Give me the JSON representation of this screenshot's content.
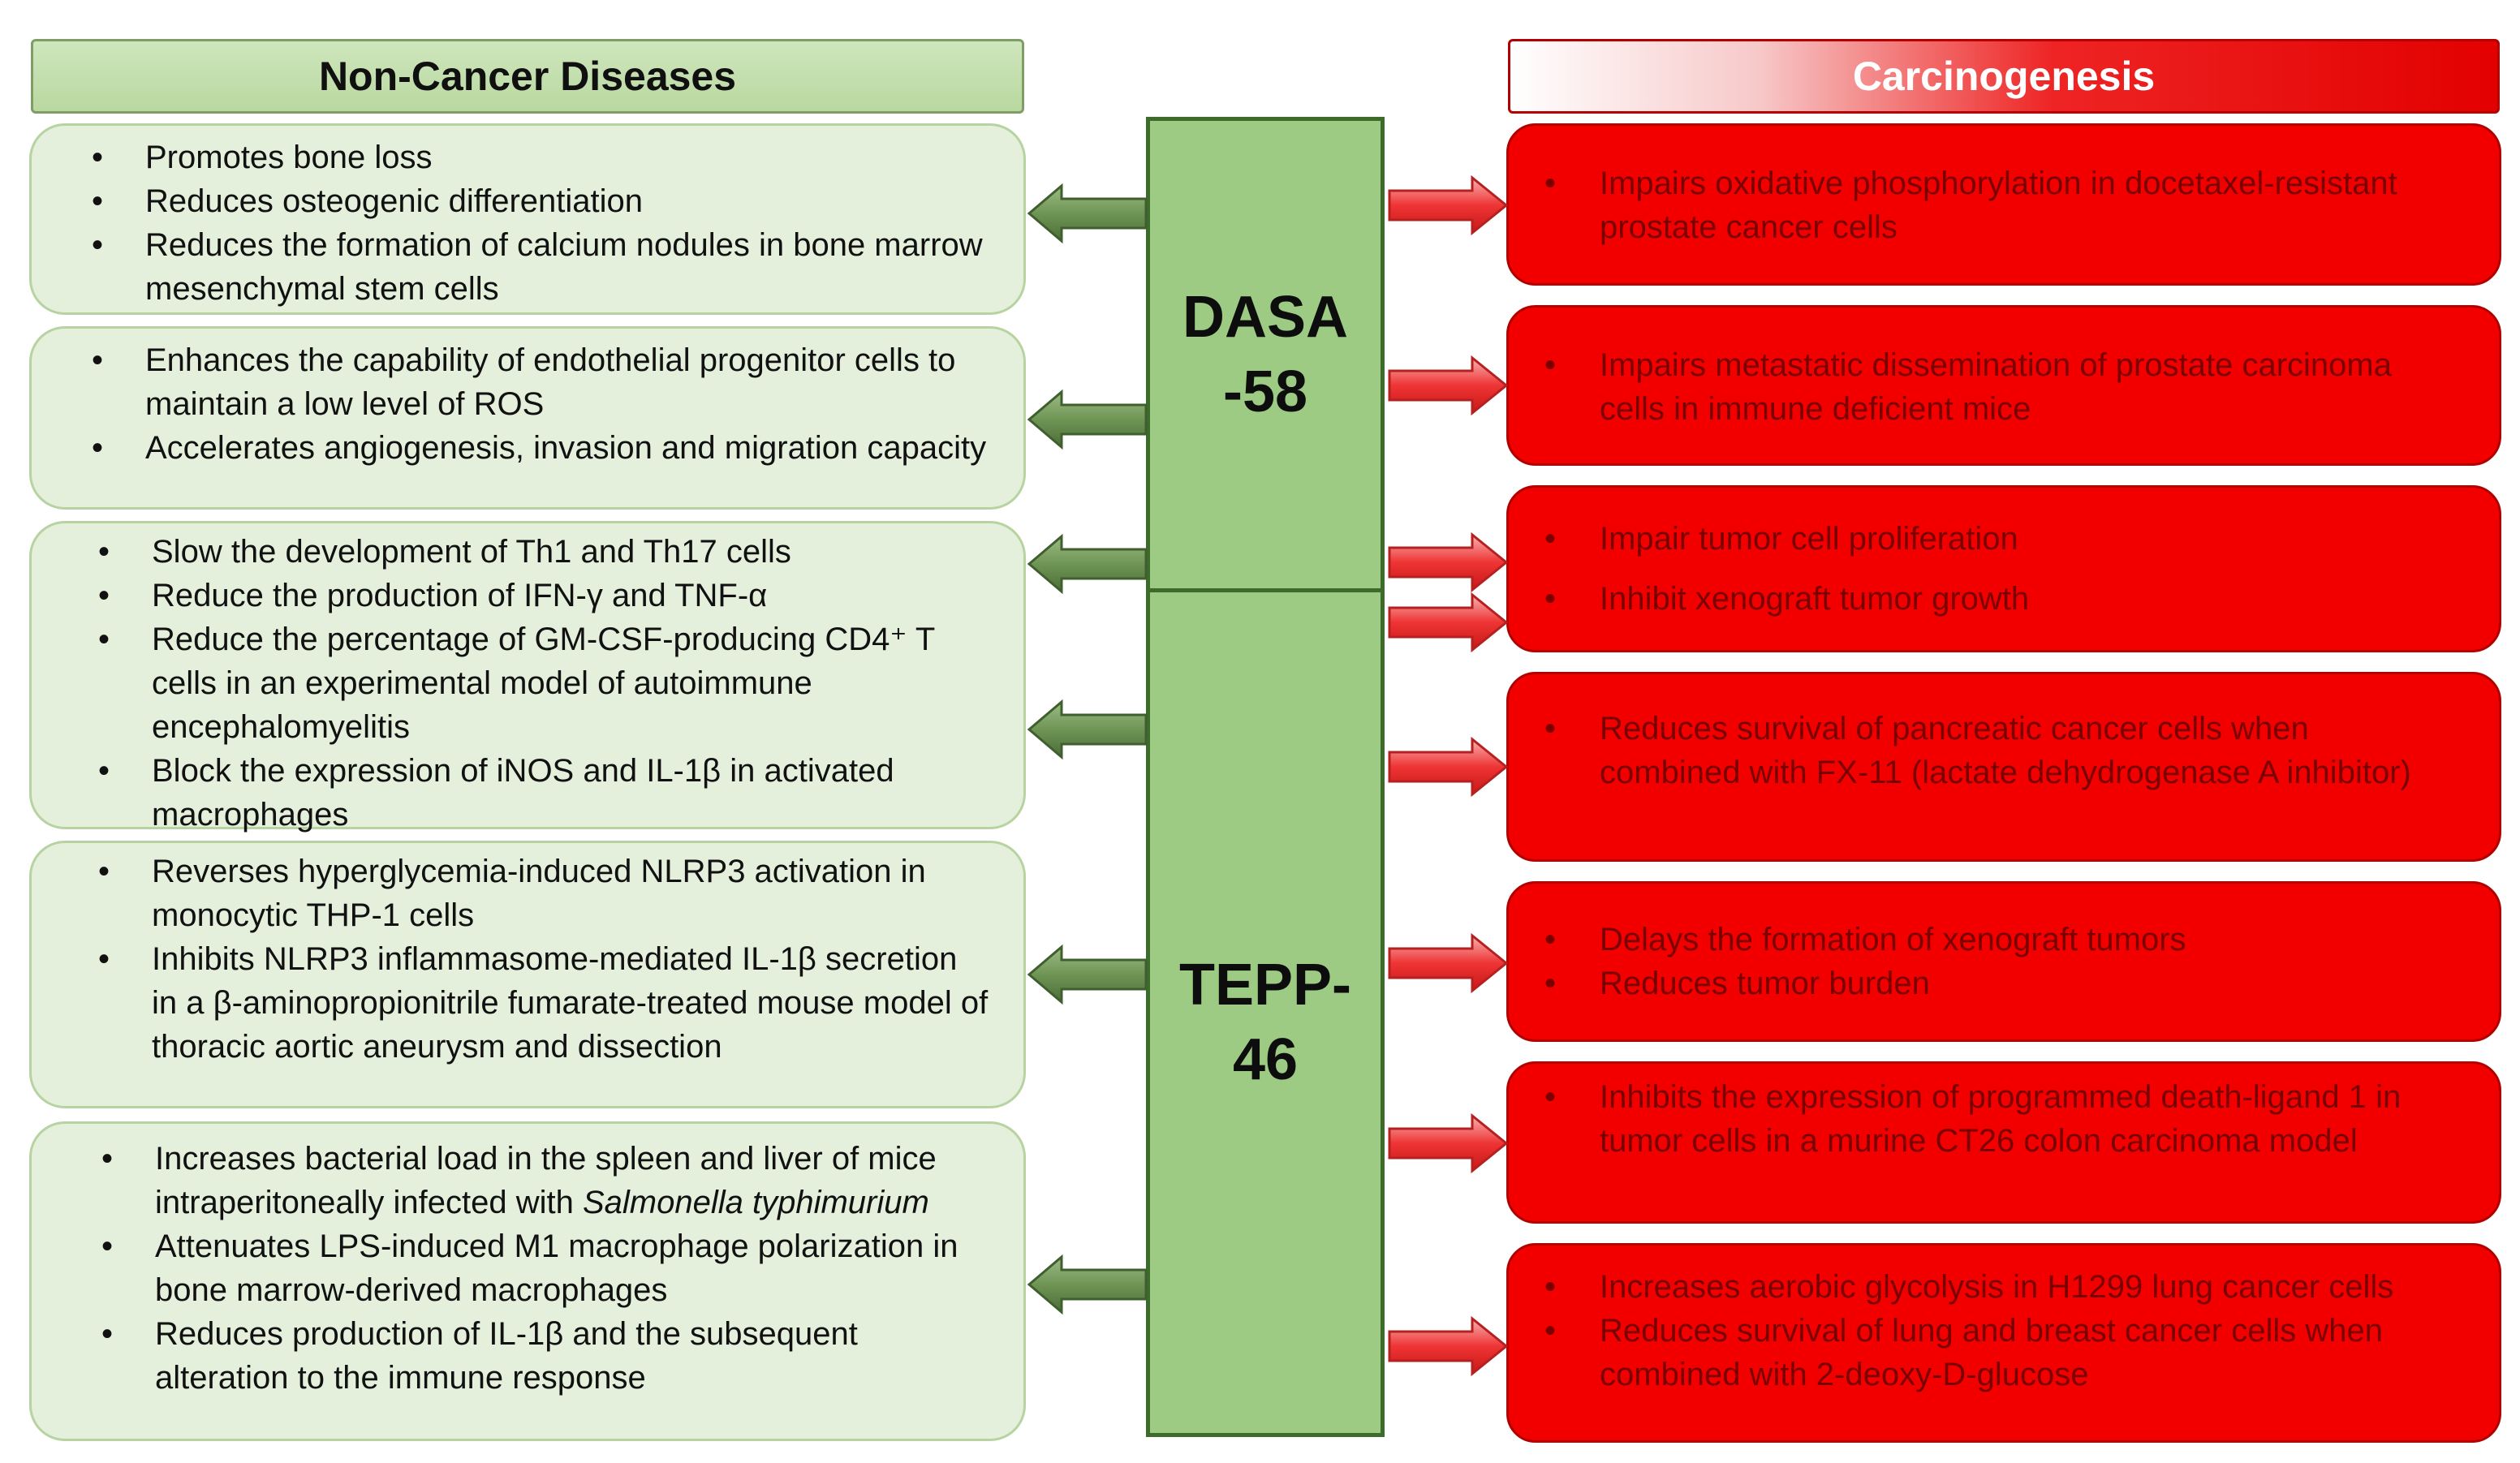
{
  "left_header": "Non-Cancer Diseases",
  "right_header": "Carcinogenesis",
  "drugs": {
    "dasa_line1": "DASA",
    "dasa_line2": "-58",
    "tepp_line1": "TEPP-",
    "tepp_line2": "46"
  },
  "non_cancer": [
    {
      "items": [
        "Promotes bone loss",
        "Reduces osteogenic differentiation",
        "Reduces the formation of calcium nodules in bone marrow mesenchymal stem cells"
      ]
    },
    {
      "items": [
        "Enhances the capability of endothelial progenitor cells to maintain a low level of ROS",
        "Accelerates angiogenesis, invasion and migration capacity"
      ]
    },
    {
      "items": [
        "Slow the development of Th1 and Th17 cells",
        "Reduce the production of IFN-γ and TNF-α",
        "Reduce the percentage of GM-CSF-producing CD4⁺ T cells in an experimental model of autoimmune encephalomyelitis",
        "Block the expression of iNOS and IL-1β in activated macrophages"
      ]
    },
    {
      "items": [
        "Reverses hyperglycemia-induced NLRP3 activation in monocytic THP-1 cells",
        "Inhibits NLRP3 inflammasome-mediated IL-1β secretion in a β-aminopropionitrile fumarate-treated mouse model of thoracic aortic aneurysm and dissection"
      ]
    },
    {
      "items": [
        {
          "pre": "Increases bacterial load in the spleen and liver of mice intraperitoneally infected with ",
          "italic": "Salmonella typhimurium"
        },
        "Attenuates LPS-induced M1 macrophage polarization in bone marrow-derived macrophages",
        "Reduces production of IL-1β and the subsequent alteration to the immune response"
      ]
    }
  ],
  "cancer": [
    {
      "items": [
        "Impairs oxidative phosphorylation in docetaxel-resistant prostate cancer cells"
      ]
    },
    {
      "items": [
        "Impairs metastatic dissemination of prostate carcinoma cells in immune deficient mice"
      ]
    },
    {
      "items": [
        "Impair tumor cell proliferation",
        "Inhibit xenograft tumor growth"
      ]
    },
    {
      "items": [
        "Reduces survival of pancreatic cancer cells when combined with FX-11 (lactate dehydrogenase A inhibitor)"
      ]
    },
    {
      "items": [
        "Delays the formation of xenograft tumors",
        "Reduces tumor burden"
      ]
    },
    {
      "items": [
        "Inhibits the expression of programmed death-ligand 1 in tumor cells in a murine CT26 colon carcinoma model"
      ]
    },
    {
      "items": [
        "Increases aerobic glycolysis in H1299 lung cancer cells",
        "Reduces survival of lung and breast cancer cells when combined with 2-deoxy-D-glucose"
      ]
    }
  ],
  "colors": {
    "green_fill": "#e4f0dc",
    "green_border": "#b6d3a1",
    "drug_fill": "#9dcb84",
    "drug_border": "#3d6b2c",
    "arrow_green": "#6f9555",
    "red_fill": "#f20000",
    "red_text": "#7a0000",
    "arrow_red": "#ef3434"
  },
  "icons": {
    "left_arrow": "green-left-arrow-icon",
    "right_arrow": "red-right-arrow-icon"
  }
}
